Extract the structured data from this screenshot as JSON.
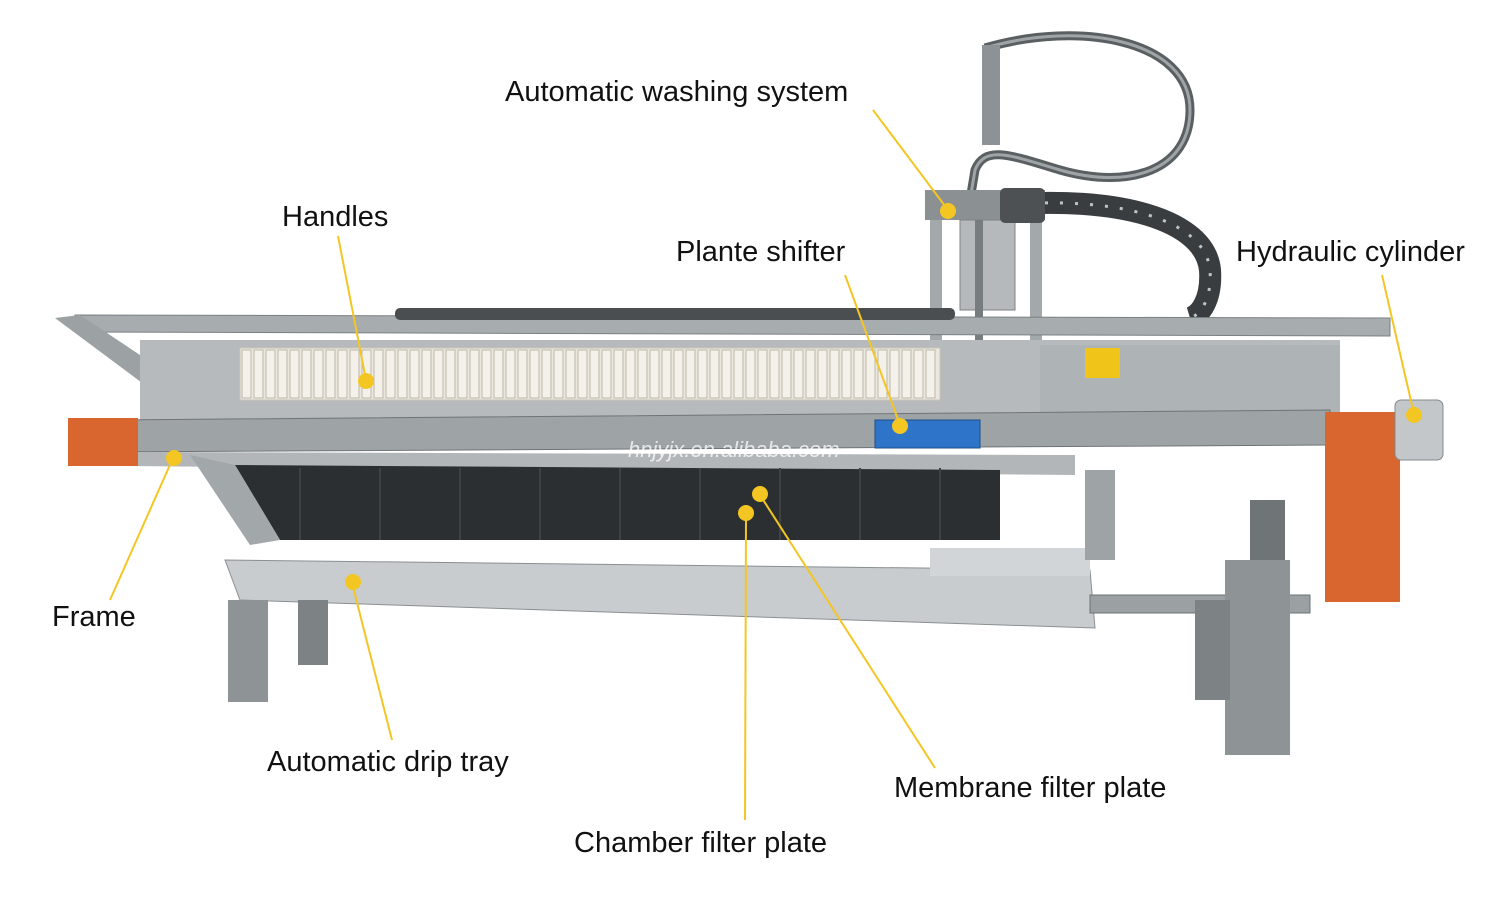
{
  "diagram": {
    "labels": {
      "automatic_washing_system": "Automatic washing system",
      "handles": "Handles",
      "plante_shifter": "Plante shifter",
      "hydraulic_cylinder": "Hydraulic cylinder",
      "frame": "Frame",
      "automatic_drip_tray": "Automatic drip tray",
      "membrane_filter_plate": "Membrane filter plate",
      "chamber_filter_plate": "Chamber filter plate"
    },
    "watermark": "hnjyjx.en.alibaba.com",
    "colors": {
      "callout": "#f3c623",
      "machine_body": "#9aa0a3",
      "machine_dark": "#5e6366",
      "plate_light": "#e8e4dc",
      "plate_dark": "#2c2f31",
      "accent_orange": "#d9662f",
      "shifter_blue": "#2e74c8"
    }
  }
}
